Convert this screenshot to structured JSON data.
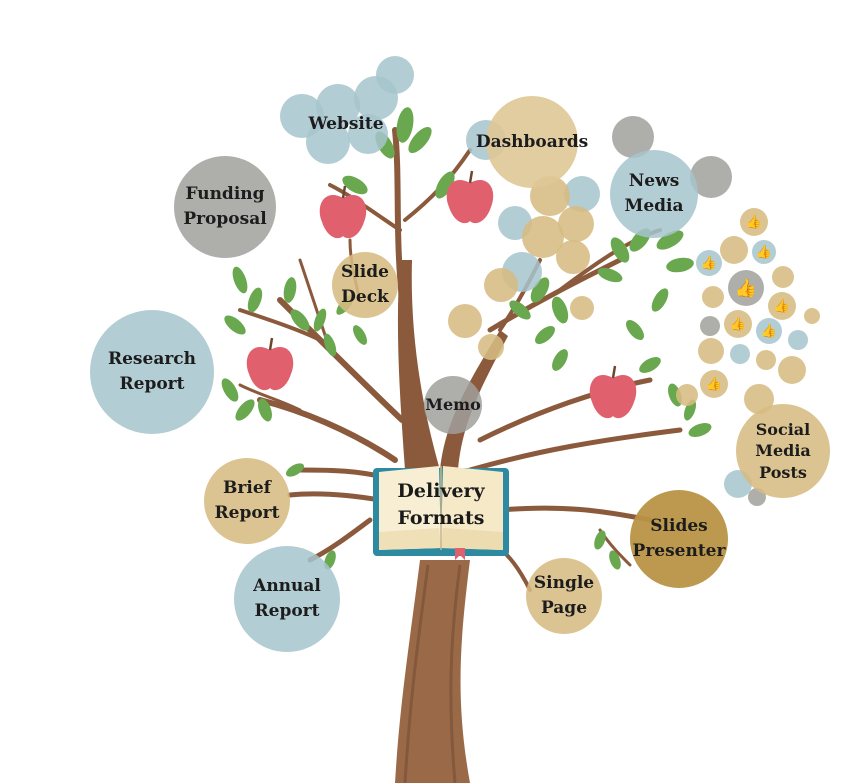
{
  "center": {
    "label": "Delivery\nFormats"
  },
  "nodes": {
    "website": "Website",
    "dashboards": "Dashboards",
    "news_media": "News\nMedia",
    "funding_proposal": "Funding\nProposal",
    "slide_deck": "Slide\nDeck",
    "research_report": "Research\nReport",
    "memo": "Memo",
    "social_media_posts": "Social\nMedia\nPosts",
    "brief_report": "Brief\nReport",
    "slides_presenter": "Slides\nPresenter",
    "annual_report": "Annual\nReport",
    "single_page": "Single\nPage"
  },
  "colors": {
    "blue": "#a6c4cd",
    "gray": "#a0a09b",
    "tan": "#d6bc82",
    "gold": "#b99446",
    "apple": "#e0606e",
    "leaf": "#6aa84f",
    "trunk": "#8b5a3c",
    "book_cover": "#2e8aa0"
  },
  "icons": {
    "like": "thumbs-up-icon",
    "apple": "apple-icon",
    "book": "open-book-icon"
  }
}
